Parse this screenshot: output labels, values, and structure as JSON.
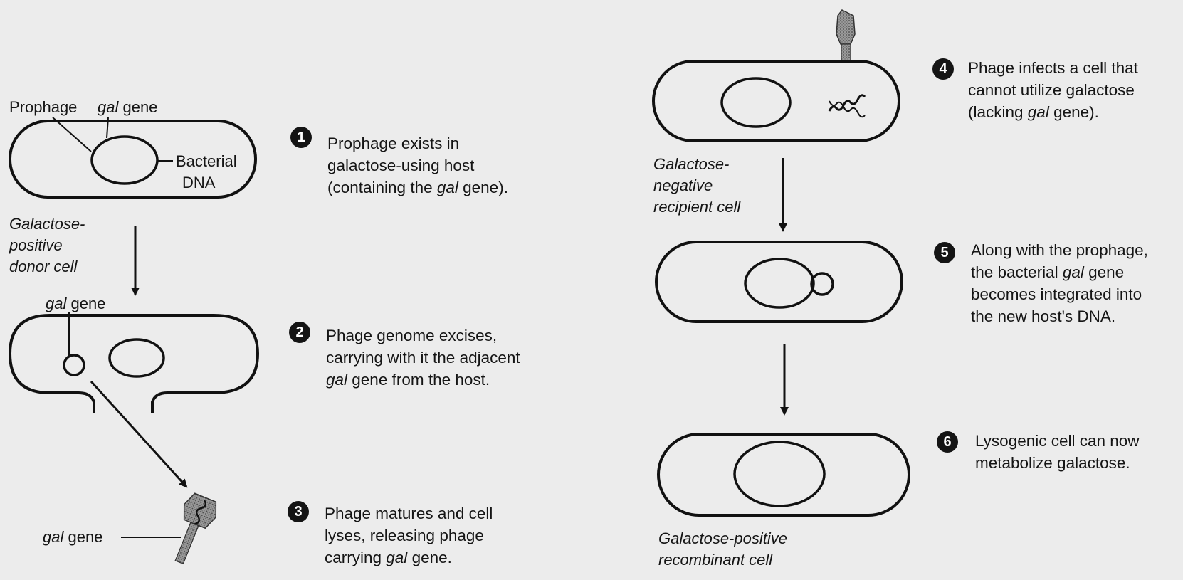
{
  "labels": {
    "prophage": "Prophage",
    "gal_top_italic": "gal",
    "gal_top_rest": " gene",
    "bacterial": "Bacterial",
    "dna": "DNA",
    "donor_line1": "Galactose-",
    "donor_line2": "positive",
    "donor_line3": "donor cell",
    "gal2_italic": "gal",
    "gal2_rest": " gene",
    "gal3_italic": "gal",
    "gal3_rest": " gene",
    "recipient_line1": "Galactose-",
    "recipient_line2": "negative",
    "recipient_line3": "recipient cell",
    "recombinant_line1": "Galactose-positive",
    "recombinant_line2": "recombinant cell"
  },
  "steps": [
    {
      "number": "1",
      "line1": "Prophage exists in",
      "line2": "galactose-using host",
      "line3_a": "(containing the ",
      "line3_it": "gal",
      "line3_b": " gene)."
    },
    {
      "number": "2",
      "line1": "Phage genome excises,",
      "line2": "carrying with it the adjacent",
      "line3_it": "gal",
      "line3_b": " gene from the host."
    },
    {
      "number": "3",
      "line1": "Phage matures and cell",
      "line2": "lyses, releasing phage",
      "line3_a": "carrying ",
      "line3_it": "gal",
      "line3_b": " gene."
    },
    {
      "number": "4",
      "line1": "Phage infects a cell that",
      "line2": "cannot utilize galactose",
      "line3_a": "(lacking ",
      "line3_it": "gal",
      "line3_b": " gene)."
    },
    {
      "number": "5",
      "line1": "Along with the prophage,",
      "line2_a": "the bacterial ",
      "line2_it": "gal",
      "line2_b": " gene",
      "line3": "becomes integrated into",
      "line4": "the new host's DNA."
    },
    {
      "number": "6",
      "line1": "Lysogenic cell can now",
      "line2": "metabolize galactose."
    }
  ]
}
